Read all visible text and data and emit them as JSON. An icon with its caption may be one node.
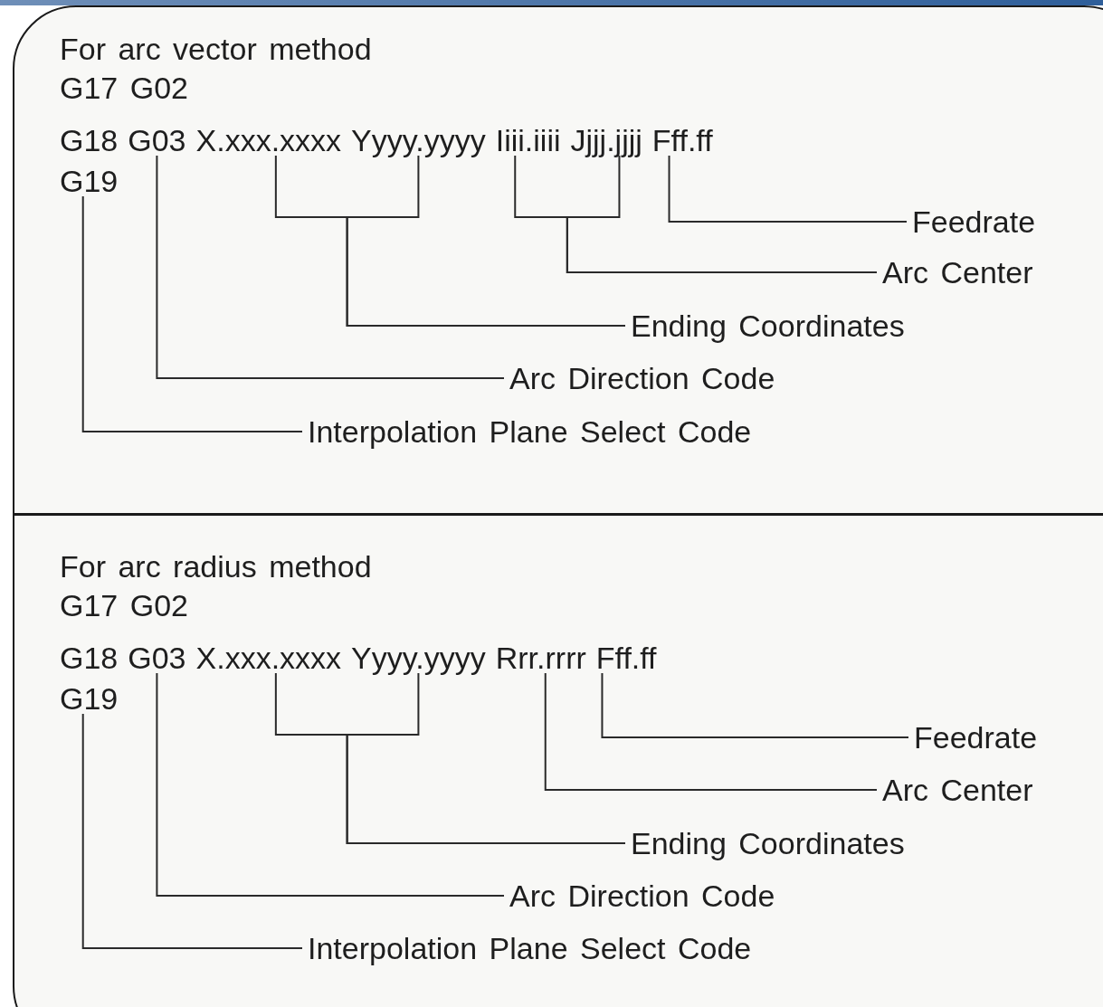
{
  "diagram": {
    "nodes": [
      {
        "text": [
          "G03"
        ]
      },
      {
        "text": [
          "X.xxx.xxxx"
        ]
      },
      {
        "text": [
          "Yyyy.yyyy"
        ]
      },
      {
        "text": [
          "Iiii.iiii"
        ]
      },
      {
        "text": [
          "Jjjj.jjjj"
        ]
      },
      {
        "text": [
          "Fff.ff"
        ]
      },
      {
        "text": [
          "G19"
        ]
      },
      {
        "text": [
          "Feedrate"
        ]
      },
      {
        "text": [
          "Arc Center"
        ]
      },
      {
        "text": [
          "Ending Coordinates"
        ]
      },
      {
        "text": [
          "Arc Direction Code"
        ]
      },
      {
        "text": [
          "Interpolation Plane Select Code"
        ]
      },
      {
        "text": [
          "G03"
        ]
      },
      {
        "text": [
          "X.xxx.xxxx"
        ]
      },
      {
        "text": [
          "Yyyy.yyyy"
        ]
      },
      {
        "text": [
          "Rrr.rrrr"
        ]
      },
      {
        "text": [
          "Fff.ff"
        ]
      },
      {
        "text": [
          "G19"
        ]
      },
      {
        "text": [
          "Feedrate"
        ]
      },
      {
        "text": [
          "Arc Center"
        ]
      },
      {
        "text": [
          "Ending Coordinates"
        ]
      },
      {
        "text": [
          "Arc Direction Code"
        ]
      },
      {
        "text": [
          "Interpolation Plane Select Code"
        ]
      }
    ],
    "edges": [
      {
        "from": 5,
        "to": 7,
        "arrow": "none"
      },
      {
        "from": 3,
        "to": 8,
        "arrow": "none"
      },
      {
        "from": 4,
        "to": 8,
        "arrow": "none"
      },
      {
        "from": 1,
        "to": 9,
        "arrow": "none"
      },
      {
        "from": 2,
        "to": 9,
        "arrow": "none"
      },
      {
        "from": 0,
        "to": 10,
        "arrow": "none"
      },
      {
        "from": 6,
        "to": 11,
        "arrow": "none"
      },
      {
        "from": 16,
        "to": 18,
        "arrow": "none"
      },
      {
        "from": 15,
        "to": 19,
        "arrow": "none"
      },
      {
        "from": 13,
        "to": 20,
        "arrow": "none"
      },
      {
        "from": 14,
        "to": 20,
        "arrow": "none"
      },
      {
        "from": 12,
        "to": 21,
        "arrow": "none"
      },
      {
        "from": 17,
        "to": 22,
        "arrow": "none"
      }
    ],
    "labels": [
      "For arc vector method",
      "G17 G02",
      "G18",
      "For arc radius method",
      "G17 G02",
      "G18"
    ]
  }
}
